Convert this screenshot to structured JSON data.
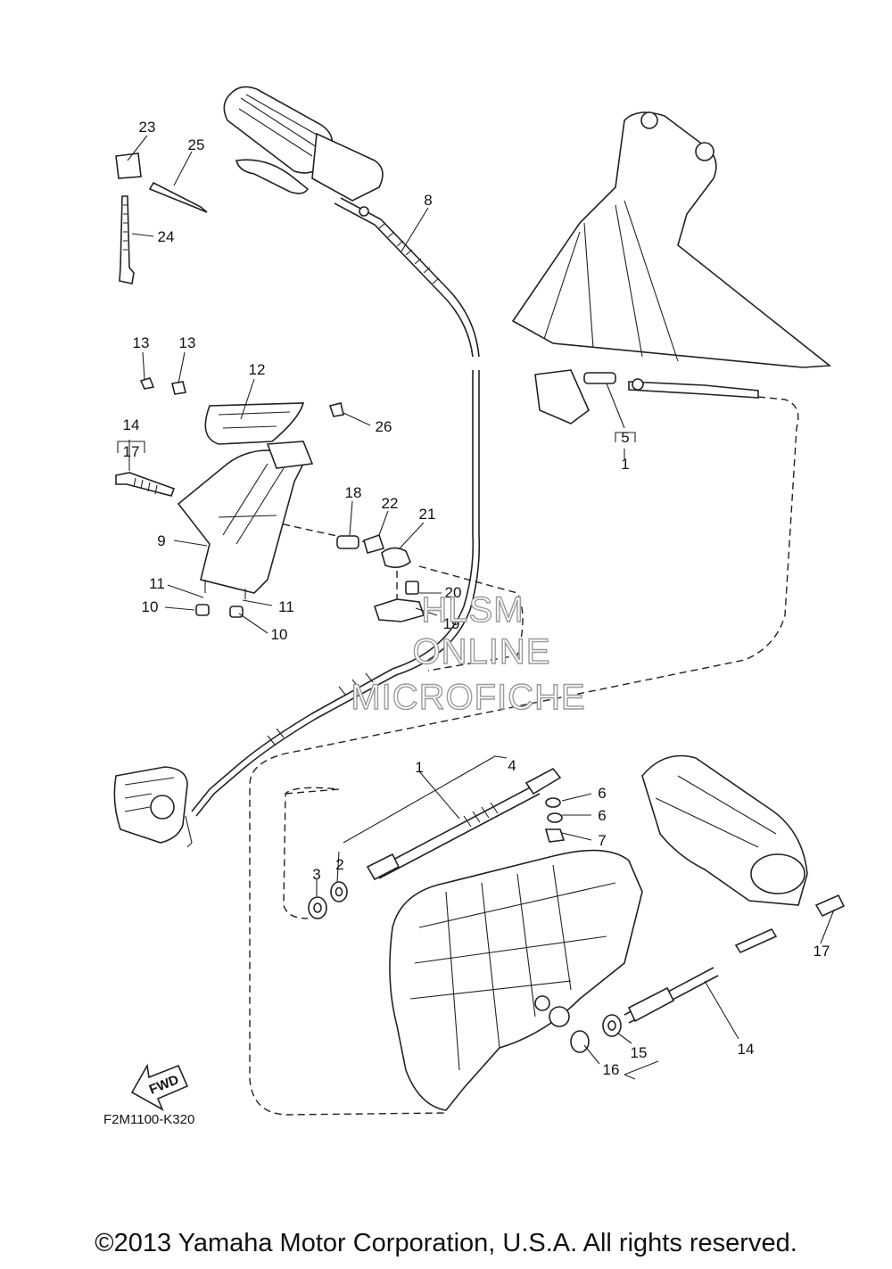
{
  "diagram": {
    "callouts": {
      "p1_upper": "1",
      "p5_upper": "5",
      "p1_lower": "1",
      "p2": "2",
      "p3": "3",
      "p4": "4",
      "p6a": "6",
      "p6b": "6",
      "p7": "7",
      "p8": "8",
      "p9": "9",
      "p10a": "10",
      "p10b": "10",
      "p11a": "11",
      "p11b": "11",
      "p12": "12",
      "p13a": "13",
      "p13b": "13",
      "p14_upper": "14",
      "p17_upper": "17",
      "p14_lower": "14",
      "p15": "15",
      "p16": "16",
      "p17_lower": "17",
      "p18": "18",
      "p19": "19",
      "p20": "20",
      "p21": "21",
      "p22": "22",
      "p23": "23",
      "p24": "24",
      "p25": "25",
      "p26": "26"
    },
    "watermark": {
      "line1": "HLSM",
      "line2": "ONLINE",
      "line3": "MICROFICHE"
    },
    "direction_label": "FWD",
    "diagram_code": "F2M1100-K320"
  },
  "footer": {
    "copyright": "©2013 Yamaha Motor Corporation, U.S.A. All rights reserved."
  }
}
